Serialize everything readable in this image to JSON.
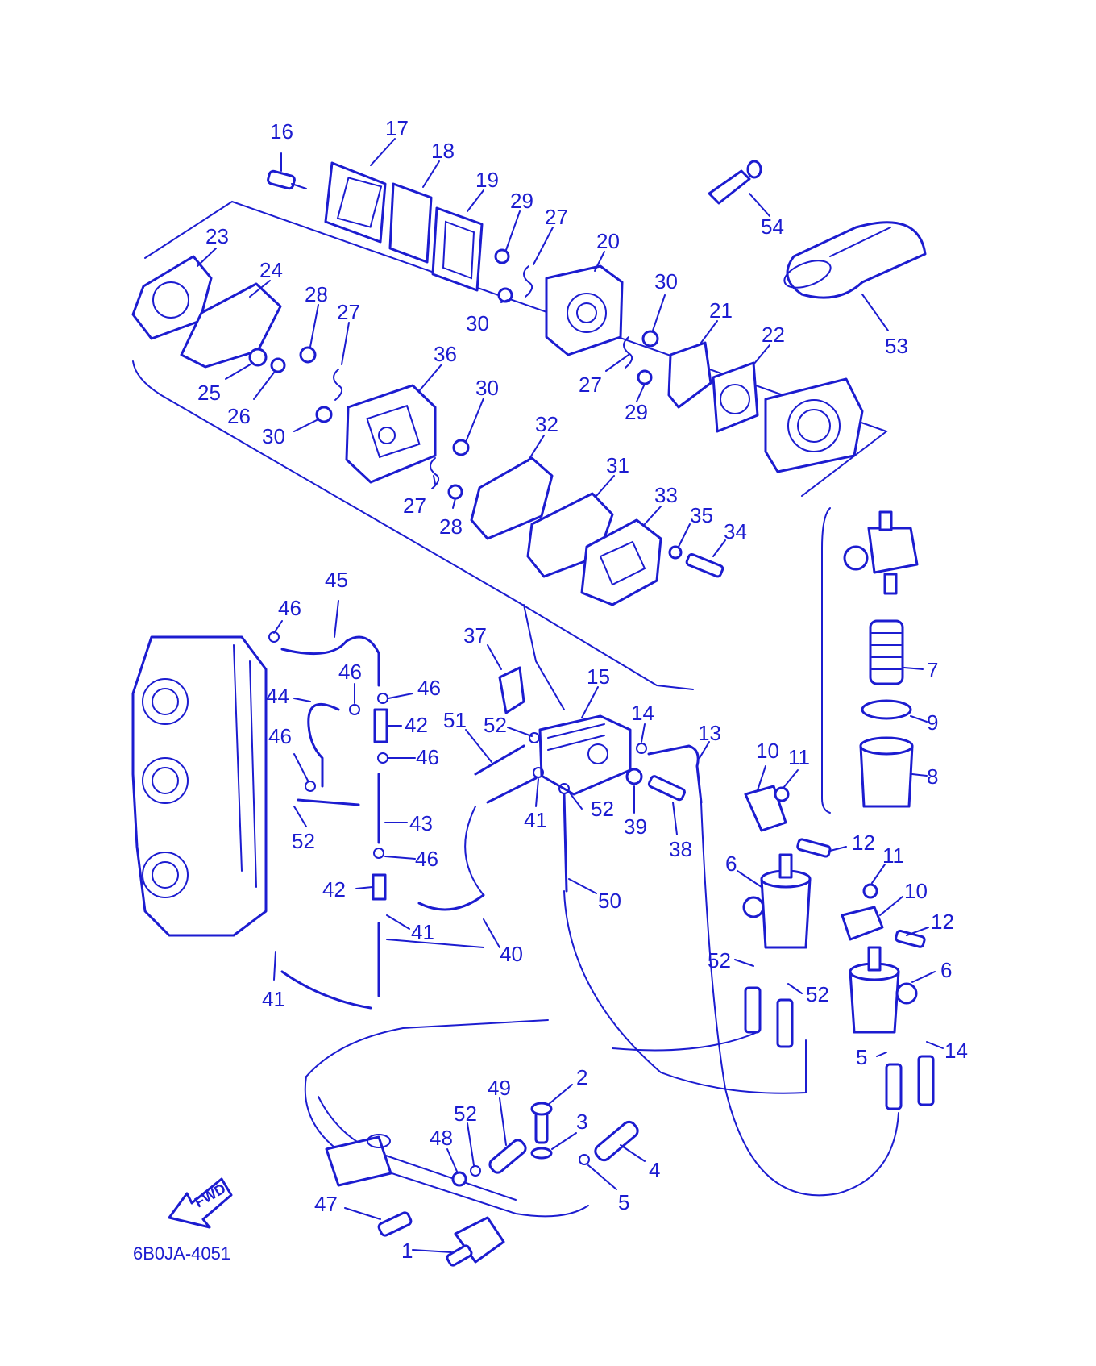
{
  "diagram": {
    "code": "6B0JA-4051",
    "direction": "FWD",
    "line_color": "#1c1cd0",
    "callouts": [
      {
        "id": "c16",
        "text": "16"
      },
      {
        "id": "c17",
        "text": "17"
      },
      {
        "id": "c18",
        "text": "18"
      },
      {
        "id": "c19",
        "text": "19"
      },
      {
        "id": "c29a",
        "text": "29"
      },
      {
        "id": "c27a",
        "text": "27"
      },
      {
        "id": "c20",
        "text": "20"
      },
      {
        "id": "c30a",
        "text": "30"
      },
      {
        "id": "c54",
        "text": "54"
      },
      {
        "id": "c53",
        "text": "53"
      },
      {
        "id": "c23",
        "text": "23"
      },
      {
        "id": "c24",
        "text": "24"
      },
      {
        "id": "c28a",
        "text": "28"
      },
      {
        "id": "c27b",
        "text": "27"
      },
      {
        "id": "c30b",
        "text": "30"
      },
      {
        "id": "c21",
        "text": "21"
      },
      {
        "id": "c22",
        "text": "22"
      },
      {
        "id": "c36",
        "text": "36"
      },
      {
        "id": "c30c",
        "text": "30"
      },
      {
        "id": "c25",
        "text": "25"
      },
      {
        "id": "c26",
        "text": "26"
      },
      {
        "id": "c30d",
        "text": "30"
      },
      {
        "id": "c27c",
        "text": "27"
      },
      {
        "id": "c29b",
        "text": "29"
      },
      {
        "id": "c32",
        "text": "32"
      },
      {
        "id": "c31",
        "text": "31"
      },
      {
        "id": "c33",
        "text": "33"
      },
      {
        "id": "c35",
        "text": "35"
      },
      {
        "id": "c34",
        "text": "34"
      },
      {
        "id": "c27d",
        "text": "27"
      },
      {
        "id": "c28b",
        "text": "28"
      },
      {
        "id": "c45",
        "text": "45"
      },
      {
        "id": "c46a",
        "text": "46"
      },
      {
        "id": "c37",
        "text": "37"
      },
      {
        "id": "c15",
        "text": "15"
      },
      {
        "id": "c46b",
        "text": "46"
      },
      {
        "id": "c46c",
        "text": "46"
      },
      {
        "id": "c44",
        "text": "44"
      },
      {
        "id": "c42a",
        "text": "42"
      },
      {
        "id": "c51",
        "text": "51"
      },
      {
        "id": "c52a",
        "text": "52"
      },
      {
        "id": "c14a",
        "text": "14"
      },
      {
        "id": "c13",
        "text": "13"
      },
      {
        "id": "c7",
        "text": "7"
      },
      {
        "id": "c9",
        "text": "9"
      },
      {
        "id": "c8",
        "text": "8"
      },
      {
        "id": "c46d",
        "text": "46"
      },
      {
        "id": "c46e",
        "text": "46"
      },
      {
        "id": "c10a",
        "text": "10"
      },
      {
        "id": "c11a",
        "text": "11"
      },
      {
        "id": "c43",
        "text": "43"
      },
      {
        "id": "c41a",
        "text": "41"
      },
      {
        "id": "c52b",
        "text": "52"
      },
      {
        "id": "c39",
        "text": "39"
      },
      {
        "id": "c38",
        "text": "38"
      },
      {
        "id": "c52c",
        "text": "52"
      },
      {
        "id": "c12a",
        "text": "12"
      },
      {
        "id": "c46f",
        "text": "46"
      },
      {
        "id": "c6a",
        "text": "6"
      },
      {
        "id": "c11b",
        "text": "11"
      },
      {
        "id": "c10b",
        "text": "10"
      },
      {
        "id": "c42b",
        "text": "42"
      },
      {
        "id": "c50",
        "text": "50"
      },
      {
        "id": "c12b",
        "text": "12"
      },
      {
        "id": "c41b",
        "text": "41"
      },
      {
        "id": "c40",
        "text": "40"
      },
      {
        "id": "c52d",
        "text": "52"
      },
      {
        "id": "c6b",
        "text": "6"
      },
      {
        "id": "c52e",
        "text": "52"
      },
      {
        "id": "c41c",
        "text": "41"
      },
      {
        "id": "c14b",
        "text": "14"
      },
      {
        "id": "c5a",
        "text": "5"
      },
      {
        "id": "c2",
        "text": "2"
      },
      {
        "id": "c49",
        "text": "49"
      },
      {
        "id": "c52f",
        "text": "52"
      },
      {
        "id": "c3",
        "text": "3"
      },
      {
        "id": "c48",
        "text": "48"
      },
      {
        "id": "c4",
        "text": "4"
      },
      {
        "id": "c5b",
        "text": "5"
      },
      {
        "id": "c47",
        "text": "47"
      },
      {
        "id": "c1",
        "text": "1"
      }
    ]
  }
}
